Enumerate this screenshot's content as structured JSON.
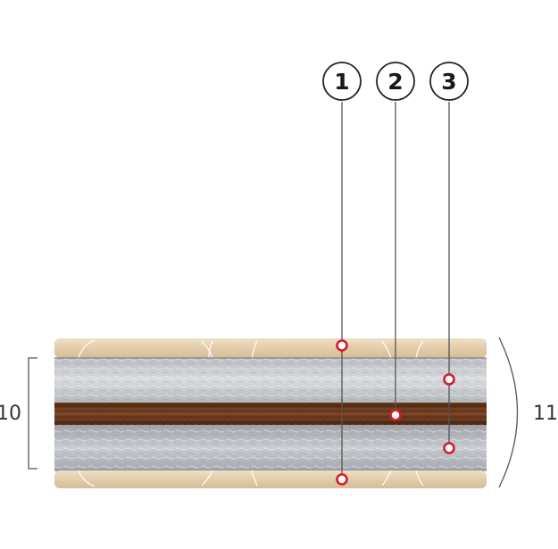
{
  "callouts": [
    {
      "number": "1"
    },
    {
      "number": "2"
    },
    {
      "number": "3"
    }
  ],
  "dimensions": {
    "core_height": "10",
    "total_height": "11"
  },
  "colors": {
    "cover": "#e5d2b3",
    "foam": "#c6c9cc",
    "coconut": "#6a3a1f",
    "marker": "#d51a2a",
    "leader": "#555555"
  }
}
